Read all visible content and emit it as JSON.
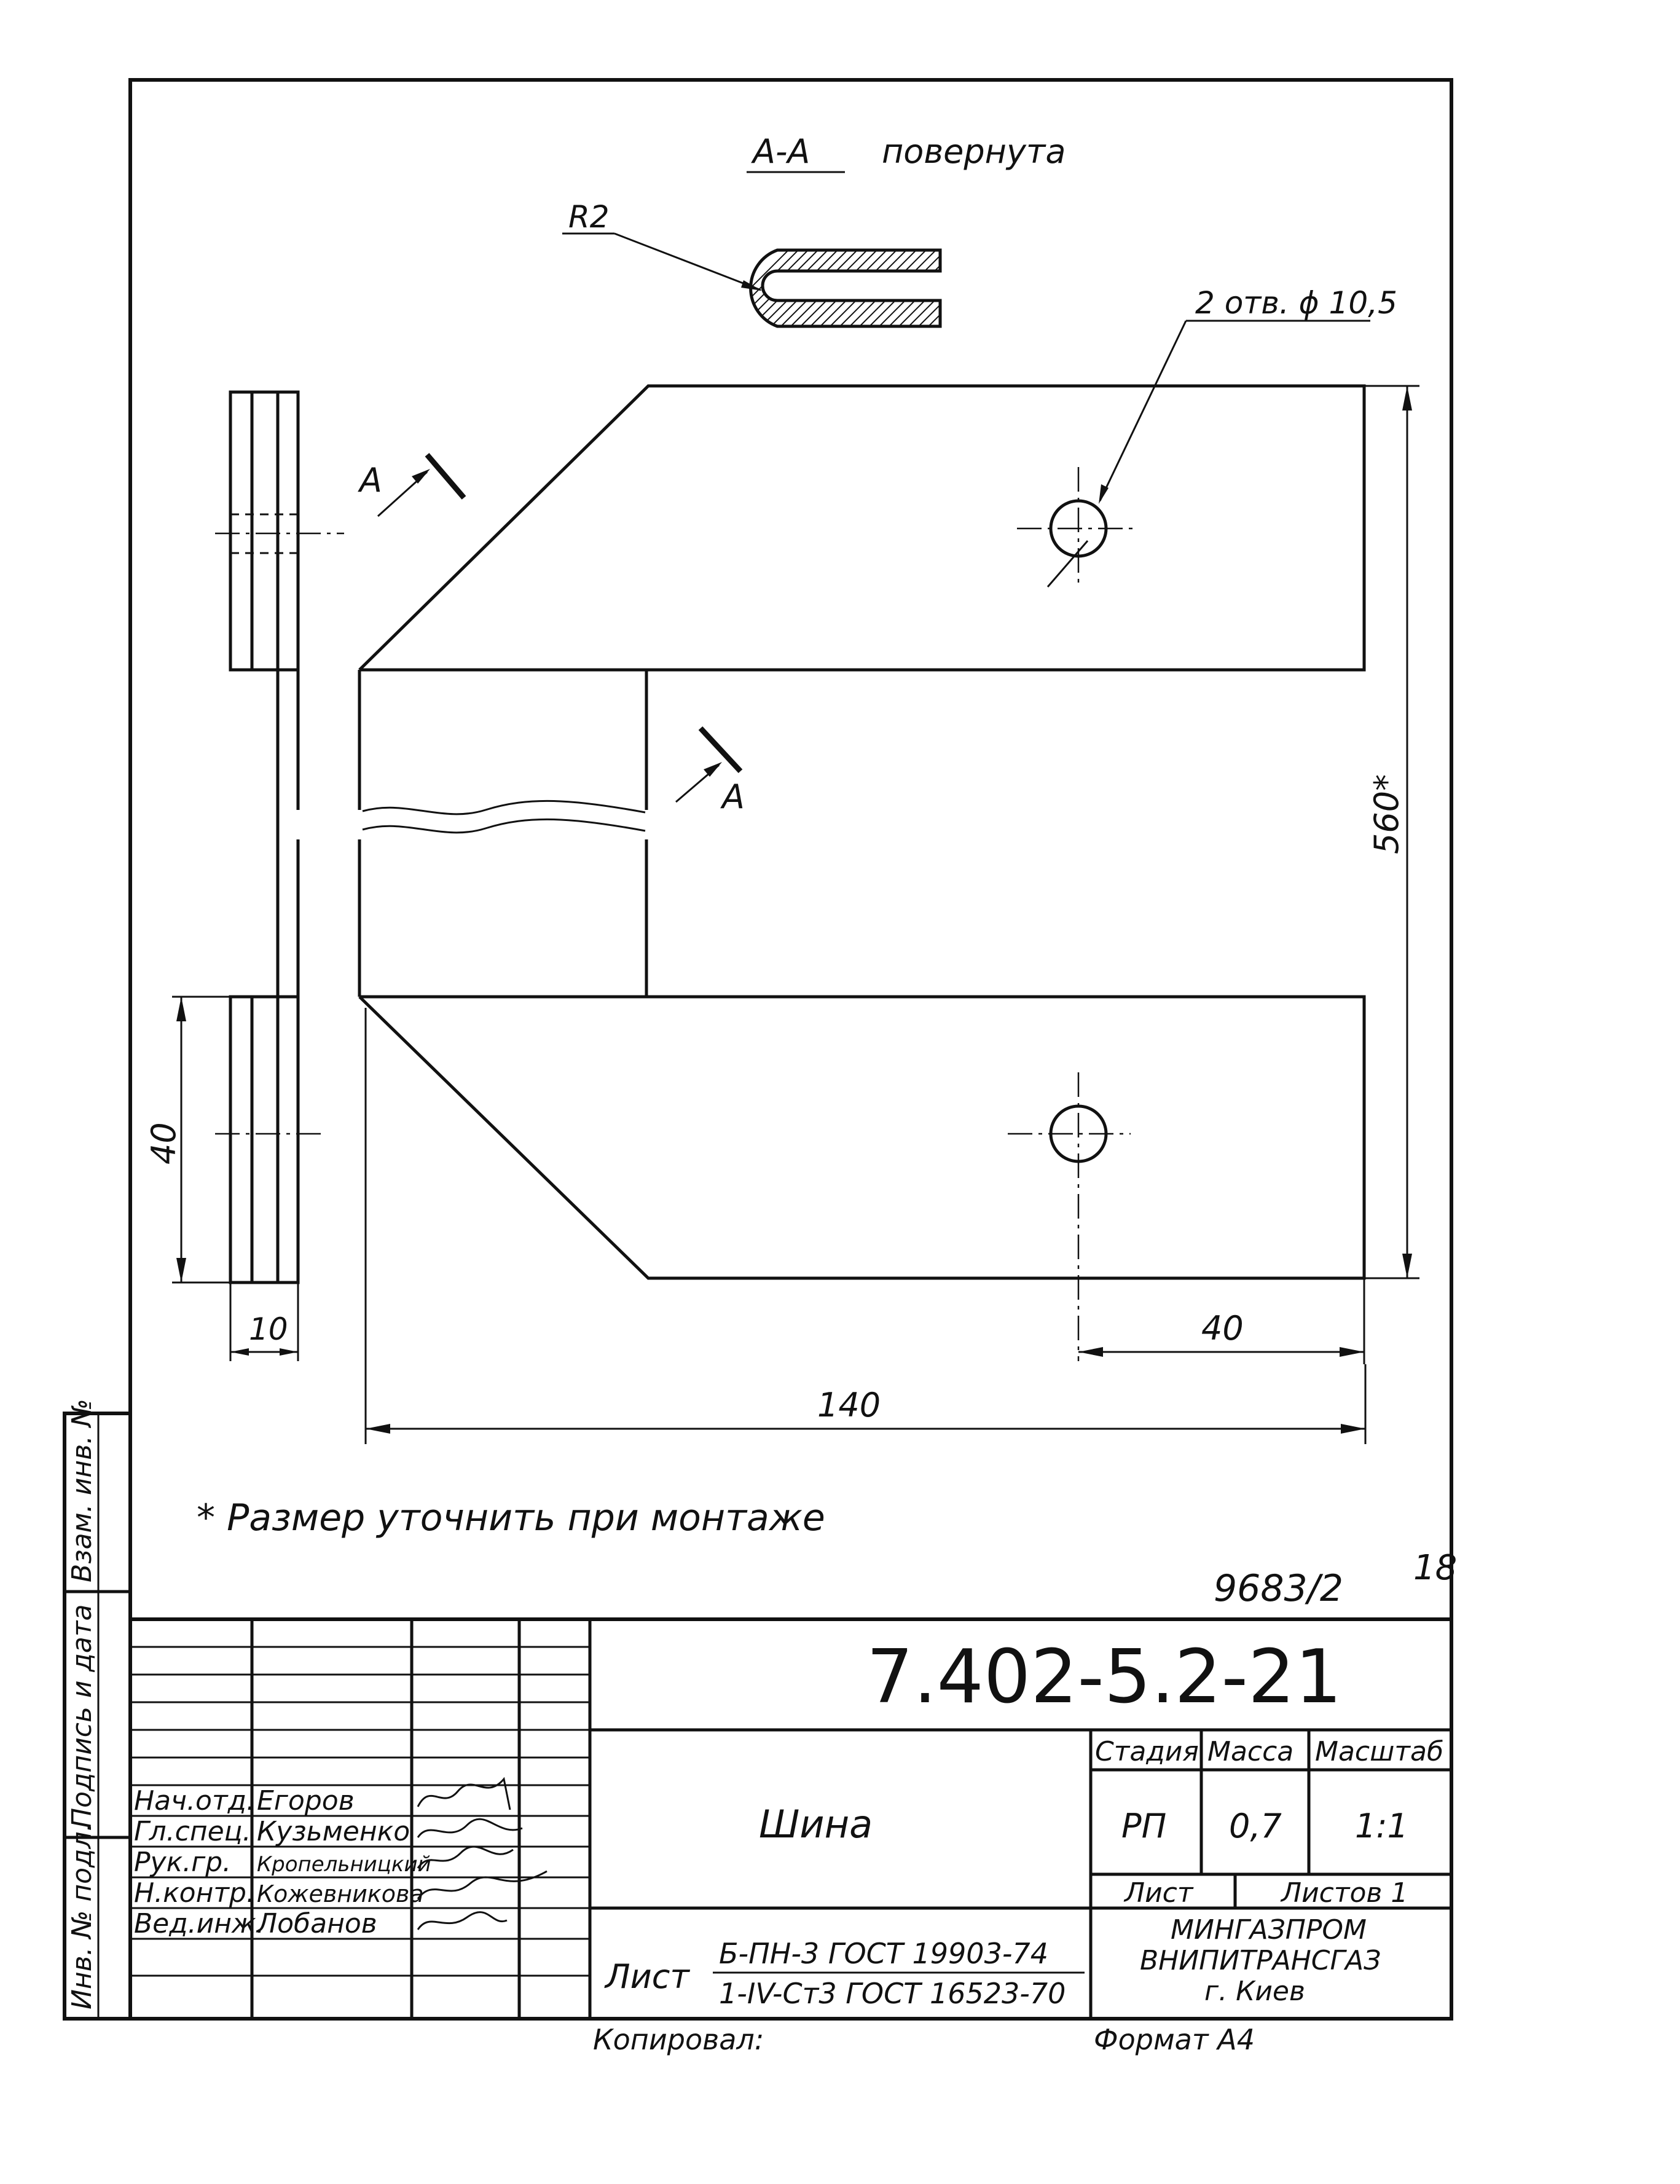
{
  "drawing": {
    "section_label": "А-А",
    "section_note": "повернута",
    "radius_label": "R2",
    "holes_label": "2 отв. ϕ 10,5",
    "cut_label_top": "А",
    "cut_label_mid": "А",
    "dim_height": "560*",
    "dim_width": "140",
    "dim_edge_to_hole": "40",
    "dim_side_height": "40",
    "dim_thickness": "10",
    "footnote": "* Размер уточнить при монтаже",
    "archive_number": "9683/2",
    "sheet_corner_number": "18"
  },
  "side_stamp": {
    "col1": "Инв. № подл.",
    "col2": "Подпись и дата",
    "col3": "Взам. инв. №"
  },
  "title_block": {
    "designation": "7.402-5.2-21",
    "name": "Шина",
    "stage_header": "Стадия",
    "mass_header": "Масса",
    "scale_header": "Масштаб",
    "stage": "РП",
    "mass": "0,7",
    "scale": "1:1",
    "sheet_label": "Лист",
    "sheets_label": "Листов 1",
    "material_label": "Лист",
    "material_line1": "Б-ПН-3 ГОСТ 19903-74",
    "material_line2": "1-IV-Ст3 ГОСТ 16523-70",
    "organization": [
      "МИНГАЗПРОМ",
      "ВНИПИТРАНСГАЗ",
      "г. Киев"
    ],
    "signatories": [
      {
        "role": "Нач.отд.",
        "name": "Егоров"
      },
      {
        "role": "Гл.спец.",
        "name": "Кузьменко"
      },
      {
        "role": "Рук.гр.",
        "name": "Кропельницкий"
      },
      {
        "role": "Н.контр.",
        "name": "Кожевникова"
      },
      {
        "role": "Вед.инж.",
        "name": "Лобанов"
      }
    ],
    "copied_by": "Копировал:",
    "format": "Формат А4"
  }
}
